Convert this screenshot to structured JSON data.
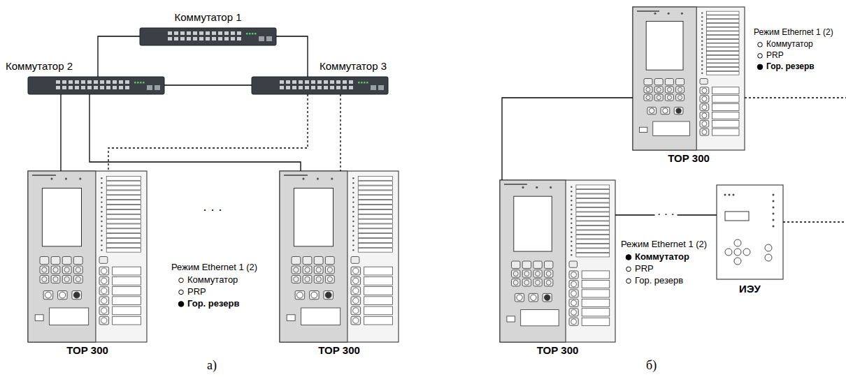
{
  "diagram": {
    "nodes": [
      {
        "text": [
          "Коммутатор 1"
        ]
      },
      {
        "text": [
          "Коммутатор 2"
        ]
      },
      {
        "text": [
          "Коммутатор 3"
        ]
      },
      {
        "text": [
          "ТОР 300"
        ]
      },
      {
        "text": [
          "ТОР 300"
        ]
      },
      {
        "text": [
          "ТОР 300"
        ]
      },
      {
        "text": [
          "ТОР 300"
        ]
      },
      {
        "text": [
          "ИЭУ"
        ]
      }
    ],
    "edges": [
      {
        "from": 0,
        "to": 1,
        "arrow": "none"
      },
      {
        "from": 0,
        "to": 2,
        "arrow": "none"
      },
      {
        "from": 1,
        "to": 2,
        "arrow": "none"
      },
      {
        "from": 1,
        "to": 3,
        "arrow": "none"
      },
      {
        "from": 2,
        "to": 3,
        "arrow": "none"
      },
      {
        "from": 1,
        "to": 4,
        "arrow": "none"
      },
      {
        "from": 2,
        "to": 4,
        "arrow": "none"
      },
      {
        "from": 6,
        "to": 5,
        "arrow": "none"
      },
      {
        "from": 6,
        "to": 7,
        "label": "· · ·",
        "arrow": "none"
      }
    ],
    "labels": [
      "· · ·",
      "Режим Ethernet 1 (2)",
      "Коммутатор",
      "PRP",
      "Гор. резерв",
      "Режим Ethernet 1 (2)",
      "Коммутатор",
      "PRP",
      "Гор. резерв",
      "Режим Ethernet 1 (2)",
      "Коммутатор",
      "PRP",
      "Гор. резерв",
      "а)",
      "б)"
    ]
  }
}
